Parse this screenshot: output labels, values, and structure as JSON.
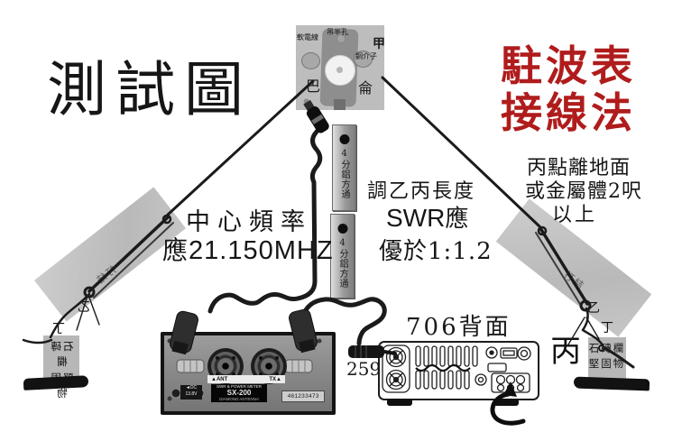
{
  "colors": {
    "accent_red": "#b01c1c",
    "wire": "#1b1b1b",
    "photo_gray": "#bdbdbd"
  },
  "title": {
    "text": "測試圖"
  },
  "red_note": {
    "line1": "駐波表",
    "line2": "接線法"
  },
  "balun": {
    "soft_wire": "軟電線",
    "hang_hole": "吊半孔",
    "point_a": "甲",
    "copper_spacer": "銅介子",
    "char_left": "巴",
    "char_right": "侖"
  },
  "ladder": {
    "bar1": "4分鋁方通",
    "bar2": "4分鋁方通"
  },
  "notes": {
    "freq_line1": "中心頻率",
    "freq_prefix": "應",
    "freq_value": "21.150MHZ",
    "tune_line1": "調乙丙長度",
    "tune_swr": "SWR",
    "tune_ying": "應",
    "tune_line3": "優於1:1.2",
    "height_line1": "丙點離地面",
    "height_line2": "或金屬體2呎",
    "height_line3": "以上"
  },
  "meter": {
    "ant": "▲ANT",
    "tx": "TX▲",
    "dc_line1": "◄DC",
    "dc_line2": "13.8V",
    "label_line1": "SWR & POWER METER",
    "label_line2": "SX-200",
    "brand": "DIAMOND ANTENNA",
    "serial": "461233473"
  },
  "radio": {
    "caption": "706背面",
    "plug": "259"
  },
  "left_anchor": {
    "knot": "打結",
    "point_b": "乙",
    "point_d": "丁",
    "box_line1": "石磚欄",
    "box_line2": "堅固物"
  },
  "right_anchor": {
    "knot": "打結",
    "point_b": "乙",
    "point_c": "丙",
    "point_d": "丁",
    "box_line1": "石磚欄",
    "box_line2": "堅固物"
  }
}
